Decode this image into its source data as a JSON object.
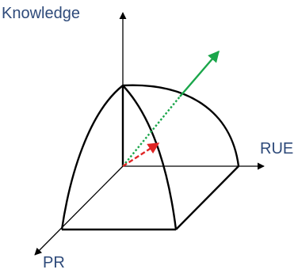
{
  "axes": {
    "vertical_label": "Knowledge",
    "right_label": "RUE",
    "diagonal_label": "PR"
  },
  "colors": {
    "axis_label": "#2e4a7a",
    "line": "#000000",
    "green_arrow": "#1aa64a",
    "red_arrow": "#e02424"
  }
}
